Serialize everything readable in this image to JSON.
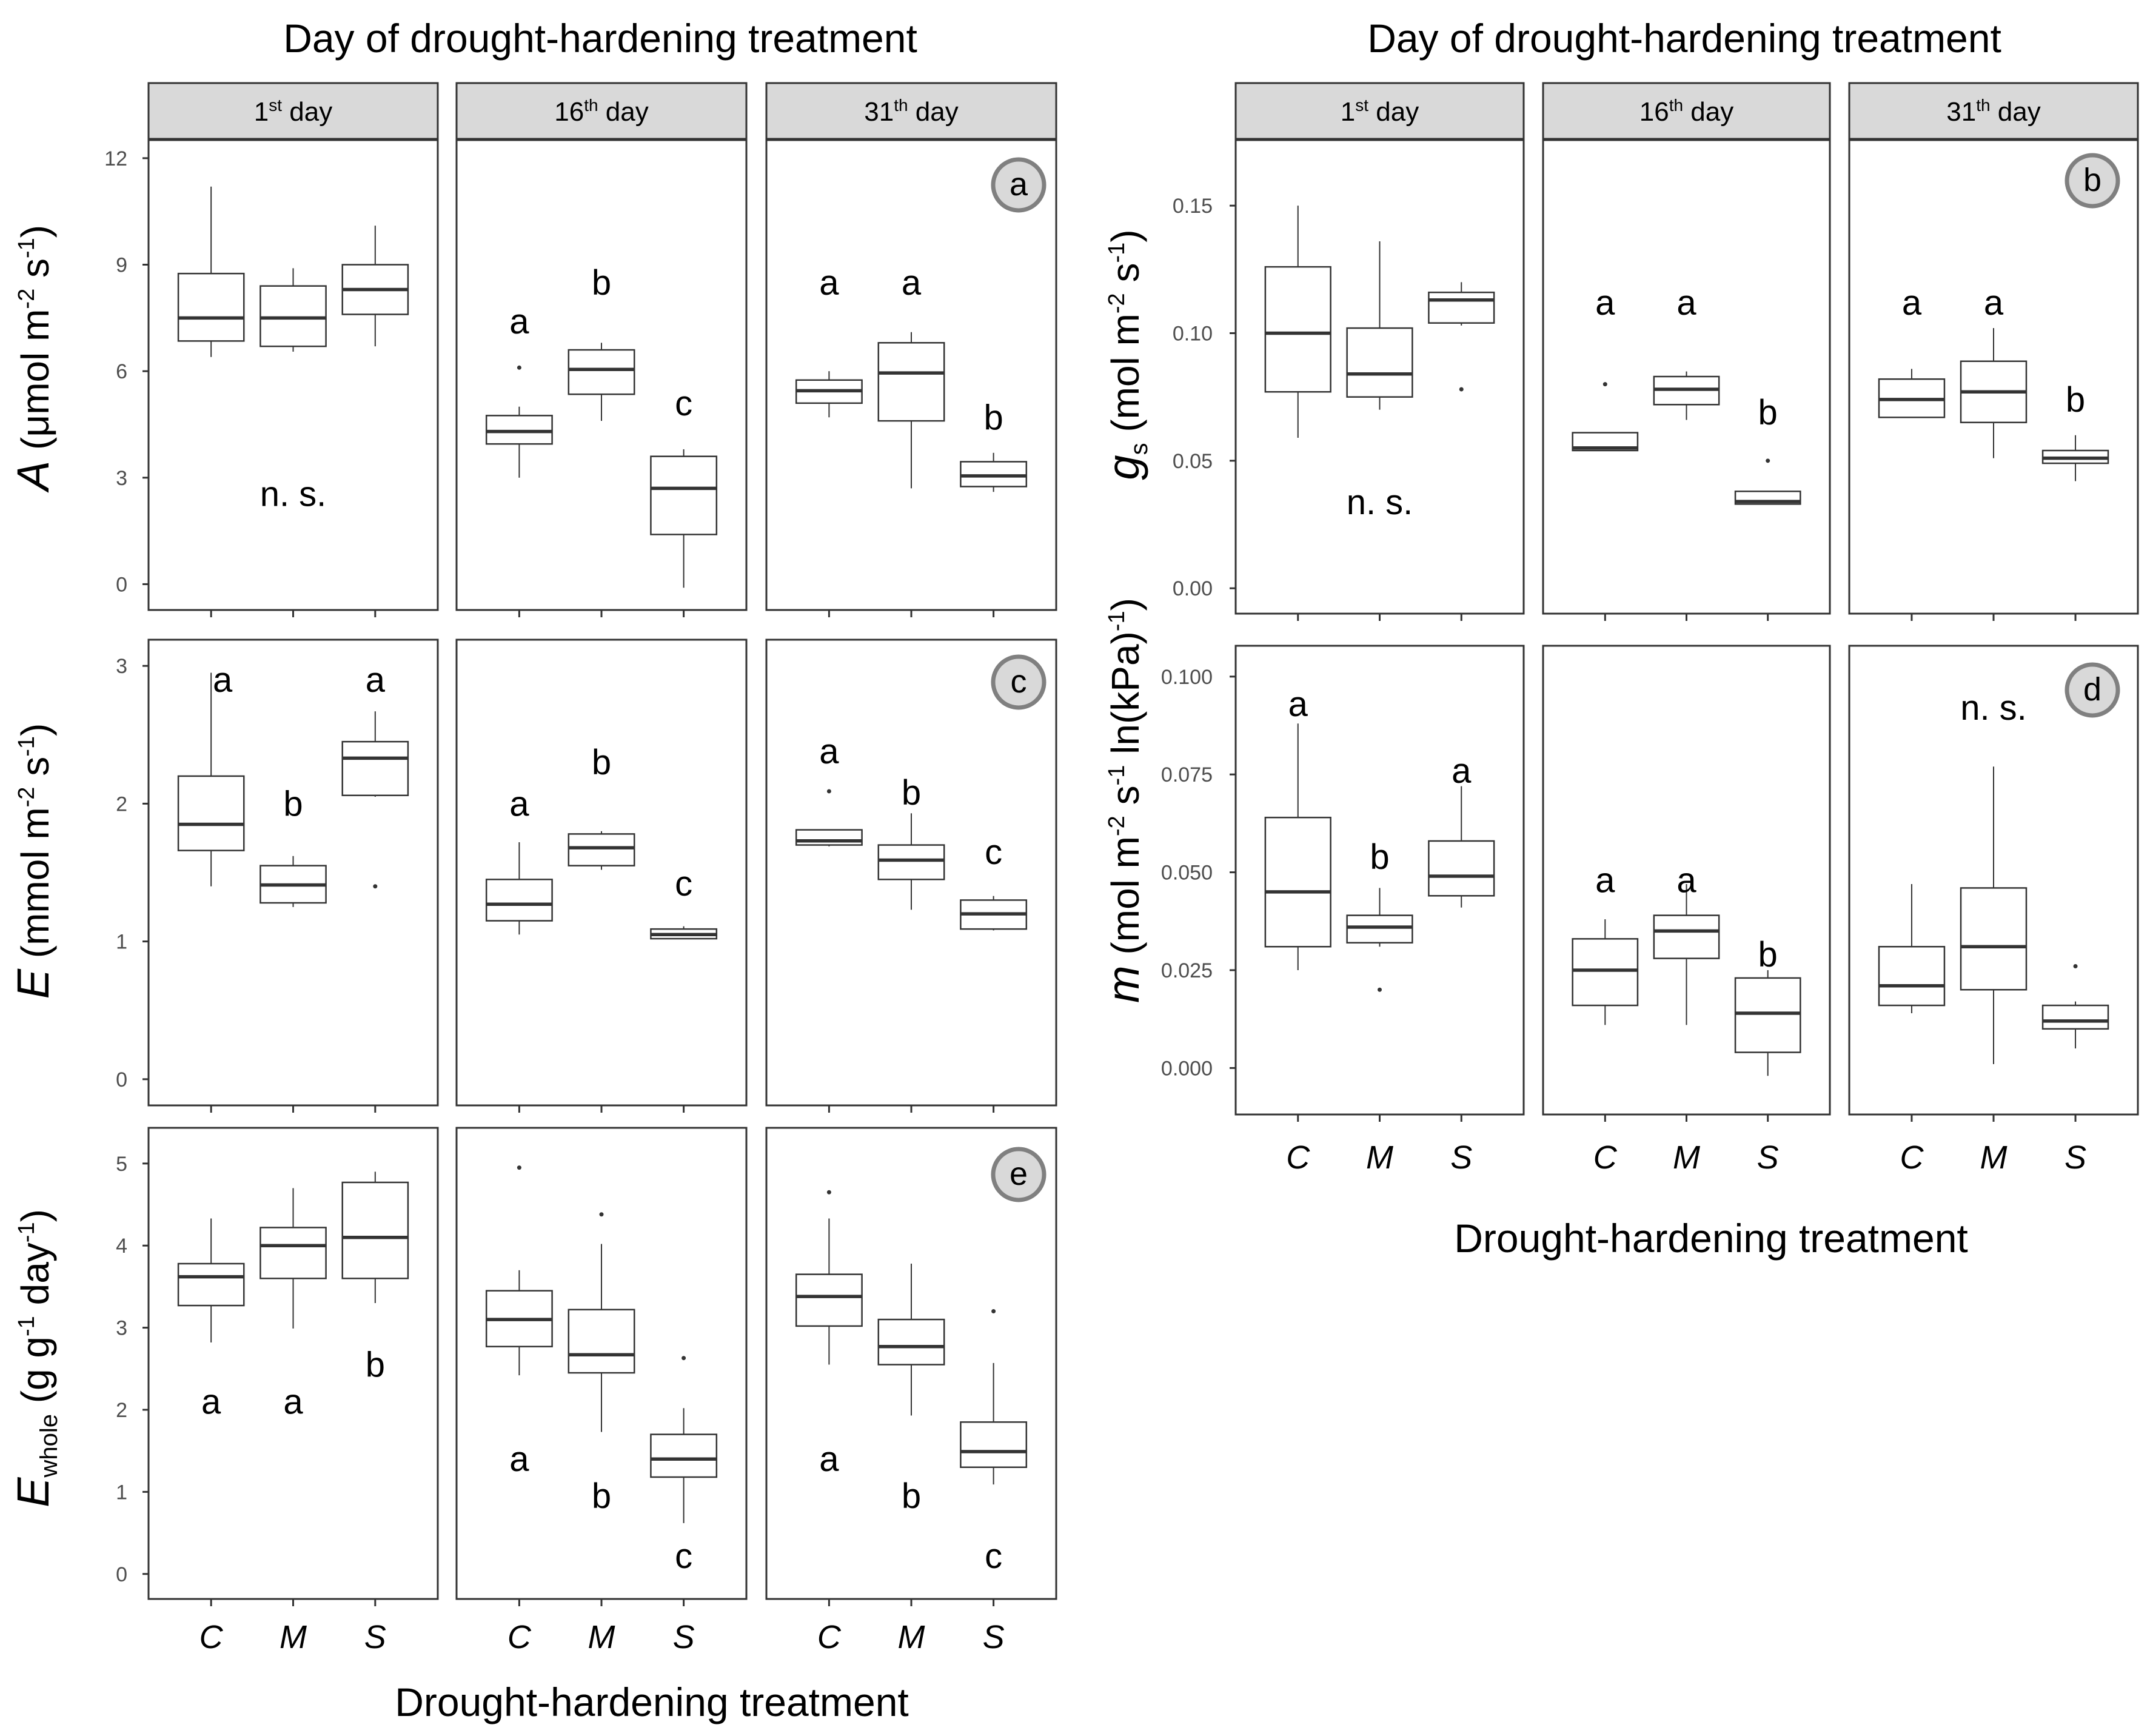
{
  "left_header": "Day of drought-hardening treatment",
  "right_header": "Day of drought-hardening treatment",
  "left_xlabel": "Drought-hardening treatment",
  "right_xlabel": "Drought-hardening treatment",
  "categories": [
    "C",
    "M",
    "S"
  ],
  "strips": [
    {
      "pre": "1",
      "sup": "st",
      "post": " day"
    },
    {
      "pre": "16",
      "sup": "th",
      "post": "  day"
    },
    {
      "pre": "31",
      "sup": "th",
      "post": "  day"
    }
  ],
  "colors": {
    "strip_fill": "#d9d9d9",
    "badge_fill": "#d9d9d9",
    "badge_stroke": "#808080",
    "box_stroke": "#333333",
    "median": "#333333"
  },
  "chart_data": [
    {
      "type": "box",
      "id": "a",
      "badge": "a",
      "ylabel": {
        "main": "A",
        "rest": " (μmol  m",
        "sup1": "-2",
        "mid": " s",
        "sup2": "-1",
        "end": ")"
      },
      "ylim": [
        -0.3,
        12.1
      ],
      "yticks": [
        "0",
        "3",
        "6",
        "9",
        "12"
      ],
      "panels": [
        {
          "day": "1st day",
          "boxes": [
            {
              "cat": "C",
              "min": 6.4,
              "q1": 6.85,
              "median": 7.5,
              "q3": 8.75,
              "max": 11.2,
              "outliers": []
            },
            {
              "cat": "M",
              "min": 6.55,
              "q1": 6.7,
              "median": 7.5,
              "q3": 8.4,
              "max": 8.9,
              "outliers": []
            },
            {
              "cat": "S",
              "min": 6.7,
              "q1": 7.6,
              "median": 8.3,
              "q3": 9.0,
              "max": 10.1,
              "outliers": []
            }
          ],
          "letters": [],
          "note": "n. s."
        },
        {
          "day": "16th day",
          "boxes": [
            {
              "cat": "C",
              "min": 3.0,
              "q1": 3.95,
              "median": 4.3,
              "q3": 4.75,
              "max": 5.0,
              "outliers": [
                6.1
              ]
            },
            {
              "cat": "M",
              "min": 4.6,
              "q1": 5.35,
              "median": 6.05,
              "q3": 6.6,
              "max": 6.8,
              "outliers": []
            },
            {
              "cat": "S",
              "min": -0.1,
              "q1": 1.4,
              "median": 2.7,
              "q3": 3.6,
              "max": 3.8,
              "outliers": []
            }
          ],
          "letters": [
            {
              "cat": "C",
              "text": "a",
              "y": 7.4
            },
            {
              "cat": "M",
              "text": "b",
              "y": 8.5
            },
            {
              "cat": "S",
              "text": "c",
              "y": 5.1
            }
          ],
          "note": ""
        },
        {
          "day": "31th day",
          "boxes": [
            {
              "cat": "C",
              "min": 4.7,
              "q1": 5.1,
              "median": 5.45,
              "q3": 5.75,
              "max": 6.0,
              "outliers": []
            },
            {
              "cat": "M",
              "min": 2.7,
              "q1": 4.6,
              "median": 5.95,
              "q3": 6.8,
              "max": 7.1,
              "outliers": []
            },
            {
              "cat": "S",
              "min": 2.6,
              "q1": 2.75,
              "median": 3.05,
              "q3": 3.45,
              "max": 3.7,
              "outliers": []
            }
          ],
          "letters": [
            {
              "cat": "C",
              "text": "a",
              "y": 8.5
            },
            {
              "cat": "M",
              "text": "a",
              "y": 8.5
            },
            {
              "cat": "S",
              "text": "b",
              "y": 4.7
            }
          ],
          "note": ""
        }
      ]
    },
    {
      "type": "box",
      "id": "c",
      "badge": "c",
      "ylabel": {
        "main": "E",
        "rest": " (mmol  m",
        "sup1": "-2",
        "mid": " s",
        "sup2": "-1",
        "end": ")"
      },
      "ylim": [
        -0.08,
        3.08
      ],
      "yticks": [
        "0",
        "1",
        "2",
        "3"
      ],
      "panels": [
        {
          "day": "1st day",
          "boxes": [
            {
              "cat": "C",
              "min": 1.4,
              "q1": 1.66,
              "median": 1.85,
              "q3": 2.2,
              "max": 2.95,
              "outliers": []
            },
            {
              "cat": "M",
              "min": 1.25,
              "q1": 1.28,
              "median": 1.41,
              "q3": 1.55,
              "max": 1.62,
              "outliers": []
            },
            {
              "cat": "S",
              "min": 2.05,
              "q1": 2.06,
              "median": 2.33,
              "q3": 2.45,
              "max": 2.67,
              "outliers": [
                1.4
              ]
            }
          ],
          "letters": [
            {
              "cat": "C",
              "text": "a",
              "y": 2.9,
              "dx": 0.35
            },
            {
              "cat": "M",
              "text": "b",
              "y": 2.0
            },
            {
              "cat": "S",
              "text": "a",
              "y": 2.9
            }
          ],
          "note": ""
        },
        {
          "day": "16th day",
          "boxes": [
            {
              "cat": "C",
              "min": 1.05,
              "q1": 1.15,
              "median": 1.27,
              "q3": 1.45,
              "max": 1.72,
              "outliers": []
            },
            {
              "cat": "M",
              "min": 1.52,
              "q1": 1.55,
              "median": 1.68,
              "q3": 1.78,
              "max": 1.8,
              "outliers": []
            },
            {
              "cat": "S",
              "min": 1.02,
              "q1": 1.02,
              "median": 1.05,
              "q3": 1.09,
              "max": 1.11,
              "outliers": []
            }
          ],
          "letters": [
            {
              "cat": "C",
              "text": "a",
              "y": 2.0
            },
            {
              "cat": "M",
              "text": "b",
              "y": 2.3
            },
            {
              "cat": "S",
              "text": "c",
              "y": 1.42
            }
          ],
          "note": ""
        },
        {
          "day": "31th day",
          "boxes": [
            {
              "cat": "C",
              "min": 1.69,
              "q1": 1.7,
              "median": 1.73,
              "q3": 1.81,
              "max": 1.81,
              "outliers": [
                2.09
              ]
            },
            {
              "cat": "M",
              "min": 1.23,
              "q1": 1.45,
              "median": 1.59,
              "q3": 1.7,
              "max": 1.93,
              "outliers": []
            },
            {
              "cat": "S",
              "min": 1.08,
              "q1": 1.09,
              "median": 1.2,
              "q3": 1.3,
              "max": 1.33,
              "outliers": []
            }
          ],
          "letters": [
            {
              "cat": "C",
              "text": "a",
              "y": 2.38
            },
            {
              "cat": "M",
              "text": "b",
              "y": 2.08
            },
            {
              "cat": "S",
              "text": "c",
              "y": 1.65
            }
          ],
          "note": ""
        }
      ]
    },
    {
      "type": "box",
      "id": "e",
      "badge": "e",
      "ylabel": {
        "main": "E",
        "sub": "whole",
        "rest": " (g  g",
        "sup1": "-1",
        "mid": " day",
        "sup2": "-1",
        "end": ")"
      },
      "ylim": [
        -0.12,
        5.25
      ],
      "yticks": [
        "0",
        "1",
        "2",
        "3",
        "4",
        "5"
      ],
      "panels": [
        {
          "day": "1st day",
          "boxes": [
            {
              "cat": "C",
              "min": 2.82,
              "q1": 3.27,
              "median": 3.62,
              "q3": 3.78,
              "max": 4.33,
              "outliers": []
            },
            {
              "cat": "M",
              "min": 2.99,
              "q1": 3.6,
              "median": 4.0,
              "q3": 4.22,
              "max": 4.7,
              "outliers": []
            },
            {
              "cat": "S",
              "min": 3.3,
              "q1": 3.6,
              "median": 4.1,
              "q3": 4.77,
              "max": 4.9,
              "outliers": []
            }
          ],
          "letters": [
            {
              "cat": "C",
              "text": "a",
              "y": 2.1
            },
            {
              "cat": "M",
              "text": "a",
              "y": 2.1
            },
            {
              "cat": "S",
              "text": "b",
              "y": 2.55
            }
          ],
          "note": ""
        },
        {
          "day": "16th day",
          "boxes": [
            {
              "cat": "C",
              "min": 2.42,
              "q1": 2.77,
              "median": 3.1,
              "q3": 3.45,
              "max": 3.7,
              "outliers": [
                4.95
              ]
            },
            {
              "cat": "M",
              "min": 1.73,
              "q1": 2.45,
              "median": 2.67,
              "q3": 3.22,
              "max": 4.02,
              "outliers": [
                4.38
              ]
            },
            {
              "cat": "S",
              "min": 0.62,
              "q1": 1.18,
              "median": 1.4,
              "q3": 1.7,
              "max": 2.02,
              "outliers": [
                2.63
              ]
            }
          ],
          "letters": [
            {
              "cat": "C",
              "text": "a",
              "y": 1.4
            },
            {
              "cat": "M",
              "text": "b",
              "y": 0.95
            },
            {
              "cat": "S",
              "text": "c",
              "y": 0.22
            }
          ],
          "note": ""
        },
        {
          "day": "31th day",
          "boxes": [
            {
              "cat": "C",
              "min": 2.55,
              "q1": 3.02,
              "median": 3.38,
              "q3": 3.65,
              "max": 4.33,
              "outliers": [
                4.65
              ]
            },
            {
              "cat": "M",
              "min": 1.93,
              "q1": 2.55,
              "median": 2.77,
              "q3": 3.1,
              "max": 3.78,
              "outliers": []
            },
            {
              "cat": "S",
              "min": 1.09,
              "q1": 1.3,
              "median": 1.49,
              "q3": 1.85,
              "max": 2.57,
              "outliers": [
                3.2
              ]
            }
          ],
          "letters": [
            {
              "cat": "C",
              "text": "a",
              "y": 1.4
            },
            {
              "cat": "M",
              "text": "b",
              "y": 0.95
            },
            {
              "cat": "S",
              "text": "c",
              "y": 0.22
            }
          ],
          "note": ""
        }
      ]
    },
    {
      "type": "box",
      "id": "b",
      "badge": "b",
      "ylabel": {
        "main": "g",
        "sub": "s",
        "rest": " (mol  m",
        "sup1": "-2",
        "mid": " s",
        "sup2": "-1",
        "end": ")"
      },
      "ylim": [
        -0.004,
        0.17
      ],
      "yticks": [
        "0.00",
        "0.05",
        "0.10",
        "0.15"
      ],
      "panels": [
        {
          "day": "1st day",
          "boxes": [
            {
              "cat": "C",
              "min": 0.059,
              "q1": 0.077,
              "median": 0.1,
              "q3": 0.126,
              "max": 0.15,
              "outliers": []
            },
            {
              "cat": "M",
              "min": 0.07,
              "q1": 0.075,
              "median": 0.084,
              "q3": 0.102,
              "max": 0.136,
              "outliers": []
            },
            {
              "cat": "S",
              "min": 0.103,
              "q1": 0.104,
              "median": 0.113,
              "q3": 0.116,
              "max": 0.12,
              "outliers": [
                0.078
              ]
            }
          ],
          "letters": [],
          "note": "n. s."
        },
        {
          "day": "16th day",
          "boxes": [
            {
              "cat": "C",
              "min": 0.054,
              "q1": 0.054,
              "median": 0.055,
              "q3": 0.061,
              "max": 0.061,
              "outliers": [
                0.08
              ]
            },
            {
              "cat": "M",
              "min": 0.066,
              "q1": 0.072,
              "median": 0.078,
              "q3": 0.083,
              "max": 0.085,
              "outliers": []
            },
            {
              "cat": "S",
              "min": 0.033,
              "q1": 0.033,
              "median": 0.034,
              "q3": 0.038,
              "max": 0.038,
              "outliers": [
                0.05
              ]
            }
          ],
          "letters": [
            {
              "cat": "C",
              "text": "a",
              "y": 0.112
            },
            {
              "cat": "M",
              "text": "a",
              "y": 0.112
            },
            {
              "cat": "S",
              "text": "b",
              "y": 0.069
            }
          ],
          "note": ""
        },
        {
          "day": "31th day",
          "boxes": [
            {
              "cat": "C",
              "min": 0.067,
              "q1": 0.067,
              "median": 0.074,
              "q3": 0.082,
              "max": 0.086,
              "outliers": []
            },
            {
              "cat": "M",
              "min": 0.051,
              "q1": 0.065,
              "median": 0.077,
              "q3": 0.089,
              "max": 0.102,
              "outliers": []
            },
            {
              "cat": "S",
              "min": 0.042,
              "q1": 0.049,
              "median": 0.051,
              "q3": 0.054,
              "max": 0.06,
              "outliers": []
            }
          ],
          "letters": [
            {
              "cat": "C",
              "text": "a",
              "y": 0.112
            },
            {
              "cat": "M",
              "text": "a",
              "y": 0.112
            },
            {
              "cat": "S",
              "text": "b",
              "y": 0.074
            }
          ],
          "note": ""
        }
      ]
    },
    {
      "type": "box",
      "id": "d",
      "badge": "d",
      "ylabel": {
        "main": "m",
        "rest": " (mol m",
        "sup1": "-2",
        "mid": " s",
        "sup2": "-1",
        "mid2": " ln(kPa)",
        "sup3": "-1",
        "end": ")"
      },
      "ylim": [
        -0.008,
        0.104
      ],
      "yticks": [
        "0.000",
        "0.025",
        "0.050",
        "0.075",
        "0.100"
      ],
      "panels": [
        {
          "day": "1st day",
          "boxes": [
            {
              "cat": "C",
              "min": 0.025,
              "q1": 0.031,
              "median": 0.045,
              "q3": 0.064,
              "max": 0.088,
              "outliers": []
            },
            {
              "cat": "M",
              "min": 0.031,
              "q1": 0.032,
              "median": 0.036,
              "q3": 0.039,
              "max": 0.046,
              "outliers": [
                0.02
              ]
            },
            {
              "cat": "S",
              "min": 0.041,
              "q1": 0.044,
              "median": 0.049,
              "q3": 0.058,
              "max": 0.072,
              "outliers": []
            }
          ],
          "letters": [
            {
              "cat": "C",
              "text": "a",
              "y": 0.093
            },
            {
              "cat": "M",
              "text": "b",
              "y": 0.054
            },
            {
              "cat": "S",
              "text": "a",
              "y": 0.076
            }
          ],
          "note": ""
        },
        {
          "day": "16th day",
          "boxes": [
            {
              "cat": "C",
              "min": 0.011,
              "q1": 0.016,
              "median": 0.025,
              "q3": 0.033,
              "max": 0.038,
              "outliers": []
            },
            {
              "cat": "M",
              "min": 0.011,
              "q1": 0.028,
              "median": 0.035,
              "q3": 0.039,
              "max": 0.047,
              "outliers": []
            },
            {
              "cat": "S",
              "min": -0.002,
              "q1": 0.004,
              "median": 0.014,
              "q3": 0.023,
              "max": 0.025,
              "outliers": []
            }
          ],
          "letters": [
            {
              "cat": "C",
              "text": "a",
              "y": 0.048
            },
            {
              "cat": "M",
              "text": "a",
              "y": 0.048
            },
            {
              "cat": "S",
              "text": "b",
              "y": 0.029
            }
          ],
          "note": ""
        },
        {
          "day": "31th day",
          "boxes": [
            {
              "cat": "C",
              "min": 0.014,
              "q1": 0.016,
              "median": 0.021,
              "q3": 0.031,
              "max": 0.047,
              "outliers": []
            },
            {
              "cat": "M",
              "min": 0.001,
              "q1": 0.02,
              "median": 0.031,
              "q3": 0.046,
              "max": 0.077,
              "outliers": []
            },
            {
              "cat": "S",
              "min": 0.005,
              "q1": 0.01,
              "median": 0.012,
              "q3": 0.016,
              "max": 0.017,
              "outliers": [
                0.026
              ]
            }
          ],
          "letters": [],
          "note": "n. s."
        }
      ]
    }
  ]
}
